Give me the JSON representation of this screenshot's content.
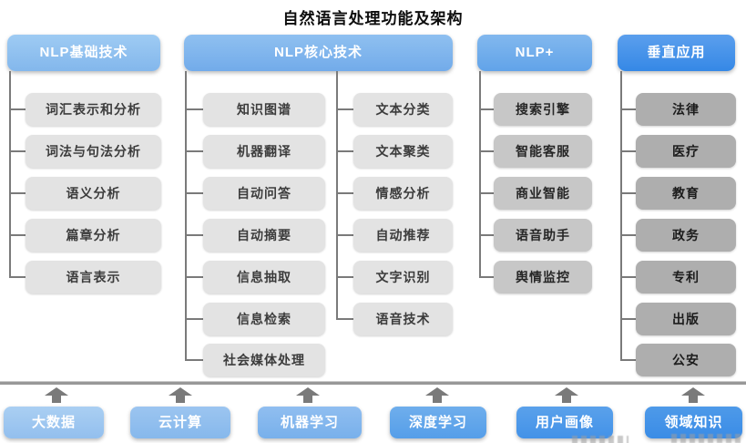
{
  "title": "自然语言处理功能及架构",
  "columns": [
    {
      "header": "NLP基础技术",
      "items": [
        "词汇表示和分析",
        "词法与句法分析",
        "语义分析",
        "篇章分析",
        "语言表示"
      ]
    },
    {
      "header": "NLP核心技术",
      "items_left": [
        "知识图谱",
        "机器翻译",
        "自动问答",
        "自动摘要",
        "信息抽取",
        "信息检索",
        "社会媒体处理"
      ],
      "items_right": [
        "文本分类",
        "文本聚类",
        "情感分析",
        "自动推荐",
        "文字识别",
        "语音技术"
      ]
    },
    {
      "header": "NLP+",
      "items": [
        "搜索引擎",
        "智能客服",
        "商业智能",
        "语音助手",
        "舆情监控"
      ]
    },
    {
      "header": "垂直应用",
      "items": [
        "法律",
        "医疗",
        "教育",
        "政务",
        "专利",
        "出版",
        "公安"
      ]
    }
  ],
  "foundation": {
    "items": [
      "大数据",
      "云计算",
      "机器学习",
      "深度学习",
      "用户画像",
      "领域知识"
    ]
  },
  "colors": {
    "header_nlp_basic": "#8cbeef",
    "header_nlp_core": "#7cb3ed",
    "header_nlp_plus": "#6caaeb",
    "header_vertical": "#3e8ee8",
    "item_light_gray": "#e3e3e3",
    "item_medium_gray": "#c7c7c7",
    "item_dark_gray": "#aeaeae",
    "foundation_blues": [
      "#9cc5f0",
      "#8fbdee",
      "#82b6ed",
      "#5fa4ea",
      "#4b97e9",
      "#3f90e8"
    ],
    "connector": "#7a7a7a",
    "separator": "#989898",
    "title_text": "#0d0d0d"
  }
}
